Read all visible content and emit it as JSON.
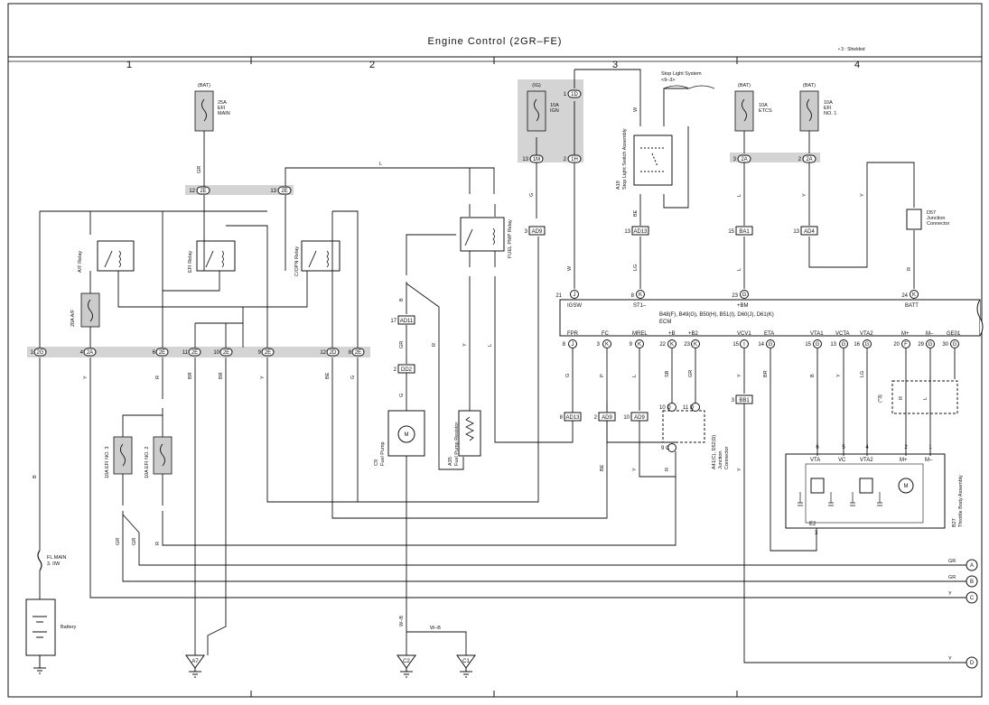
{
  "title": "Engine Control (2GR–FE)",
  "note": "• 3 : Shielded",
  "columns": [
    "1",
    "2",
    "3",
    "4"
  ],
  "fuses": [
    {
      "id": "f_efi",
      "source": "(BAT)",
      "label": [
        "25A",
        "EFI",
        "MAIN"
      ]
    },
    {
      "id": "f_ign",
      "source": "(IG)",
      "label": [
        "10A",
        "IGN"
      ]
    },
    {
      "id": "f_etcs",
      "source": "(BAT)",
      "label": [
        "10A",
        "ETCS"
      ]
    },
    {
      "id": "f_efi1",
      "source": "(BAT)",
      "label": [
        "10A",
        "EFI",
        "NO. 1"
      ]
    },
    {
      "id": "f_af",
      "label": "20A A/F"
    },
    {
      "id": "f_efi3",
      "label": "10A EFI NO. 3"
    },
    {
      "id": "f_efi2",
      "label": "10A EFI NO. 2"
    },
    {
      "id": "f_flmain",
      "label": [
        "FL MAIN",
        "3. 0W"
      ]
    }
  ],
  "components": {
    "af_relay": "A/F Relay",
    "efi_relay": "EFI Relay",
    "circ_relay": "C/OPN Relay",
    "fuel_pmp_relay": "FUEL PMP Relay",
    "stop_light_system": [
      "Stop Light System",
      "<9–3>"
    ],
    "stop_light_switch": [
      "A19",
      "Stop Light Switch Assembly"
    ],
    "junction_d57": [
      "D57",
      "Junction",
      "Connector"
    ],
    "fuel_pump": [
      "C9",
      "Fuel Pump"
    ],
    "fuel_pump_resistor": [
      "A35",
      "Fuel Pump Resistor"
    ],
    "junction_a41": [
      "A41(C), D52(D)",
      "Junction",
      "Connector"
    ],
    "throttle": [
      "B27",
      "Throttle Body Assembly"
    ],
    "battery": "Battery",
    "shield": "(*3)"
  },
  "ecm": {
    "header": "B48(F), B49(G), B50(H), B51(I), D60(J), D61(K)",
    "name": "ECM",
    "top_pins": [
      {
        "n": "21",
        "c": "J",
        "name": "IGSW"
      },
      {
        "n": "8",
        "c": "K",
        "name": "ST1–"
      },
      {
        "n": "23",
        "c": "G",
        "name": "+BM"
      },
      {
        "n": "24",
        "c": "K",
        "name": "BATT"
      }
    ],
    "bottom_pins": [
      {
        "n": "8",
        "c": "J",
        "name": "FPR"
      },
      {
        "n": "3",
        "c": "K",
        "name": "FC"
      },
      {
        "n": "9",
        "c": "K",
        "name": "MREL"
      },
      {
        "n": "22",
        "c": "K",
        "name": "+B"
      },
      {
        "n": "23",
        "c": "K",
        "name": "+B2"
      },
      {
        "n": "15",
        "c": "I",
        "name": "VCV1"
      },
      {
        "n": "14",
        "c": "G",
        "name": "ETA"
      },
      {
        "n": "15",
        "c": "G",
        "name": "VTA1"
      },
      {
        "n": "13",
        "c": "G",
        "name": "VCTA"
      },
      {
        "n": "16",
        "c": "G",
        "name": "VTA2"
      },
      {
        "n": "20",
        "c": "F",
        "name": "M+"
      },
      {
        "n": "29",
        "c": "G",
        "name": "M–"
      },
      {
        "n": "30",
        "c": "G",
        "name": "GE01"
      }
    ]
  },
  "throttle_pins": [
    {
      "n": "6",
      "name": "VTA"
    },
    {
      "n": "5",
      "name": "VC"
    },
    {
      "n": "4",
      "name": "VTA2"
    },
    {
      "n": "2",
      "name": "M+"
    },
    {
      "n": "1",
      "name": "M–"
    }
  ],
  "throttle_e2": {
    "name": "E2",
    "pin": "3"
  },
  "bus_connectors": [
    {
      "n": "1",
      "c": "2G"
    },
    {
      "n": "4",
      "c": "2A"
    },
    {
      "n": "6",
      "c": "2E"
    },
    {
      "n": "11",
      "c": "2E"
    },
    {
      "n": "10",
      "c": "2E"
    },
    {
      "n": "9",
      "c": "2E"
    },
    {
      "n": "12",
      "c": "2D"
    },
    {
      "n": "8",
      "c": "2E"
    }
  ],
  "top_bus_connectors": [
    {
      "n": "12",
      "c": "2E"
    },
    {
      "n": "13",
      "c": "2E"
    }
  ],
  "ig_connectors": [
    {
      "n": "1",
      "c": "1D"
    },
    {
      "n": "13",
      "c": "1M"
    },
    {
      "n": "2",
      "c": "1H"
    }
  ],
  "right_bus_connectors": [
    {
      "n": "3",
      "c": "2A"
    },
    {
      "n": "2",
      "c": "2A"
    }
  ],
  "inline_connectors": [
    {
      "n": "3",
      "c": "AD9"
    },
    {
      "n": "17",
      "c": "AD11"
    },
    {
      "n": "2",
      "c": "DD2"
    },
    {
      "n": "13",
      "c": "AD13"
    },
    {
      "n": "15",
      "c": "BA1"
    },
    {
      "n": "13",
      "c": "AD4"
    },
    {
      "n": "8",
      "c": "AD13"
    },
    {
      "n": "2",
      "c": "AD9"
    },
    {
      "n": "10",
      "c": "AD9"
    },
    {
      "n": "3",
      "c": "BB1"
    }
  ],
  "junction_pins": [
    "10 D",
    "11 D",
    "9 C"
  ],
  "wire_colors": [
    "GR",
    "L",
    "G",
    "W",
    "BE",
    "LG",
    "Y",
    "B",
    "R",
    "BR",
    "SB",
    "P",
    "W–B"
  ],
  "grounds": [
    "A7",
    "C2",
    "C1"
  ],
  "outputs": [
    {
      "wire": "GR",
      "label": "A"
    },
    {
      "wire": "GR",
      "label": "B"
    },
    {
      "wire": "Y",
      "label": "C"
    },
    {
      "wire": "Y",
      "label": "D"
    }
  ]
}
